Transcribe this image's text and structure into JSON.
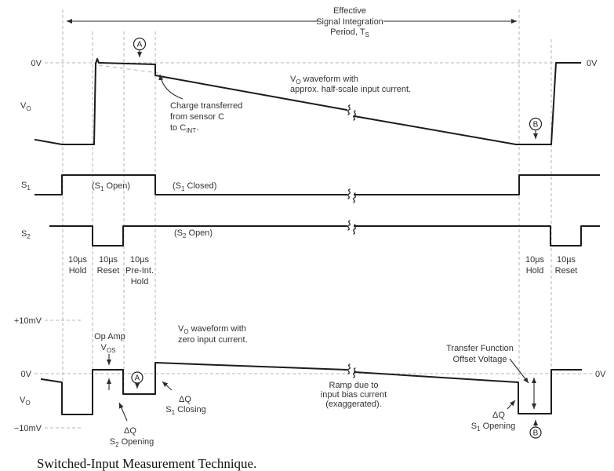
{
  "colors": {
    "waveform": "#1c1c1c",
    "grid": "#b4b4b4",
    "text": "#333333"
  },
  "header": {
    "l1": "Effective",
    "l2": "Signal Integration",
    "l3_main": "Period, T",
    "l3_sub": "S"
  },
  "axis": {
    "zero_top_left": "0V",
    "zero_top_right": "0V",
    "vo_main": "V",
    "vo_sub": "O",
    "plus10mv": "+10mV",
    "zero_bottom_left": "0V",
    "zero_bottom_right": "0V",
    "minus10mv": "−10mV"
  },
  "signals": {
    "s1_main": "S",
    "s1_sub": "1",
    "s2_main": "S",
    "s2_sub": "2",
    "s1_open_a": "(S",
    "s1_open_sub": "1",
    "s1_open_b": " Open)",
    "s1_closed_a": "(S",
    "s1_closed_sub": "1",
    "s1_closed_b": " Closed)",
    "s2_open_a": "(S",
    "s2_open_sub": "2",
    "s2_open_b": " Open)"
  },
  "timing": {
    "hold1_a": "10µs",
    "hold1_b": "Hold",
    "reset1_a": "10µs",
    "reset1_b": "Reset",
    "preint_a": "10µs",
    "preint_b": "Pre-Int.",
    "preint_c": "Hold",
    "hold2_a": "10µs",
    "hold2_b": "Hold",
    "reset2_a": "10µs",
    "reset2_b": "Reset"
  },
  "annotations": {
    "charge_l1": "Charge transferred",
    "charge_l2": "from sensor C",
    "charge_l3a": "to C",
    "charge_l3sub": "INT",
    "charge_l3b": ".",
    "half_l1a": "V",
    "half_l1sub": "O",
    "half_l1b": " waveform with",
    "half_l2": "approx. half-scale input current.",
    "zero_l1a": "V",
    "zero_l1sub": "O",
    "zero_l1b": " waveform with",
    "zero_l2": "zero input current.",
    "opamp_l1": "Op Amp",
    "opamp_l2a": "V",
    "opamp_l2sub": "OS",
    "dq1": "ΔQ",
    "s2_opening_a": "S",
    "s2_opening_sub": "2",
    "s2_opening_b": " Opening",
    "dq2": "ΔQ",
    "s1_closing_a": "S",
    "s1_closing_sub": "1",
    "s1_closing_b": " Closing",
    "ramp_l1": "Ramp due to",
    "ramp_l2": "input bias current",
    "ramp_l3": "(exaggerated).",
    "tfo_l1": "Transfer Function",
    "tfo_l2": "Offset Voltage",
    "dq3": "ΔQ",
    "s1_opening_a": "S",
    "s1_opening_sub": "1",
    "s1_opening_b": " Opening"
  },
  "point_markers": {
    "a": "A",
    "b": "B"
  },
  "caption": "Switched-Input Measurement Technique."
}
